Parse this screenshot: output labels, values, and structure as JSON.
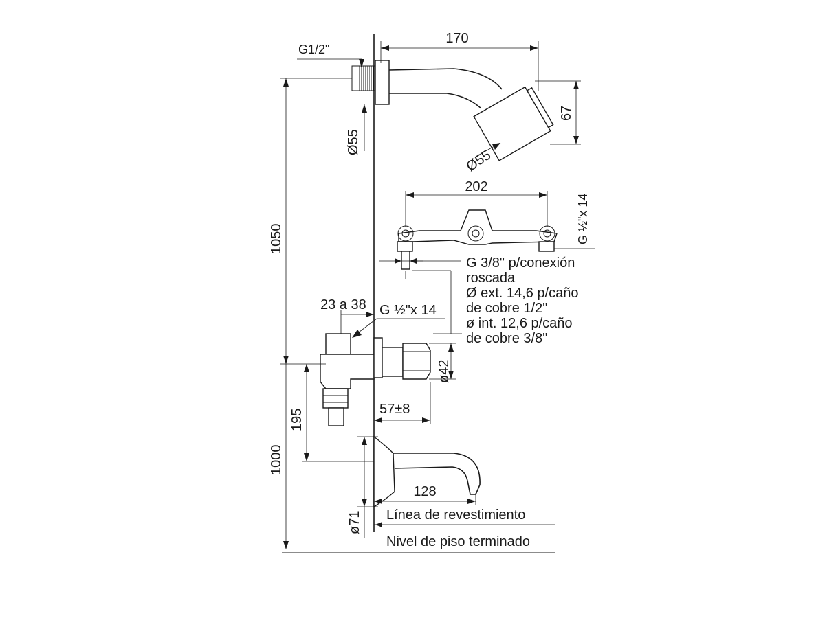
{
  "title": "",
  "colors": {
    "line": "#1a1a1a",
    "background": "#ffffff"
  },
  "dimensions": {
    "shower_arm_length": "170",
    "inlet_thread": "G1/2\"",
    "wall_flange_diameter": "Ø55",
    "shower_head_diameter": "Ø55",
    "shower_head_height": "67",
    "valve_center_spacing": "202",
    "valve_thread": "G ½\"x 14",
    "shower_height": "1050",
    "valve_offset": "23 a 38",
    "valve_inlet_thread": "G ½\"x 14",
    "knob_diameter": "ø42",
    "knob_projection": "57±8",
    "valve_height": "195",
    "spout_height": "1000",
    "spout_length": "128",
    "spout_flange_diameter": "ø71"
  },
  "notes": {
    "connection_lines": [
      "G 3/8\" p/conexión",
      "roscada",
      "Ø ext. 14,6 p/caño",
      "de cobre 1/2\"",
      "ø int. 12,6 p/caño",
      "de cobre 3/8\""
    ],
    "wall_line": "Línea de revestimiento",
    "floor_line": "Nivel de piso terminado"
  }
}
